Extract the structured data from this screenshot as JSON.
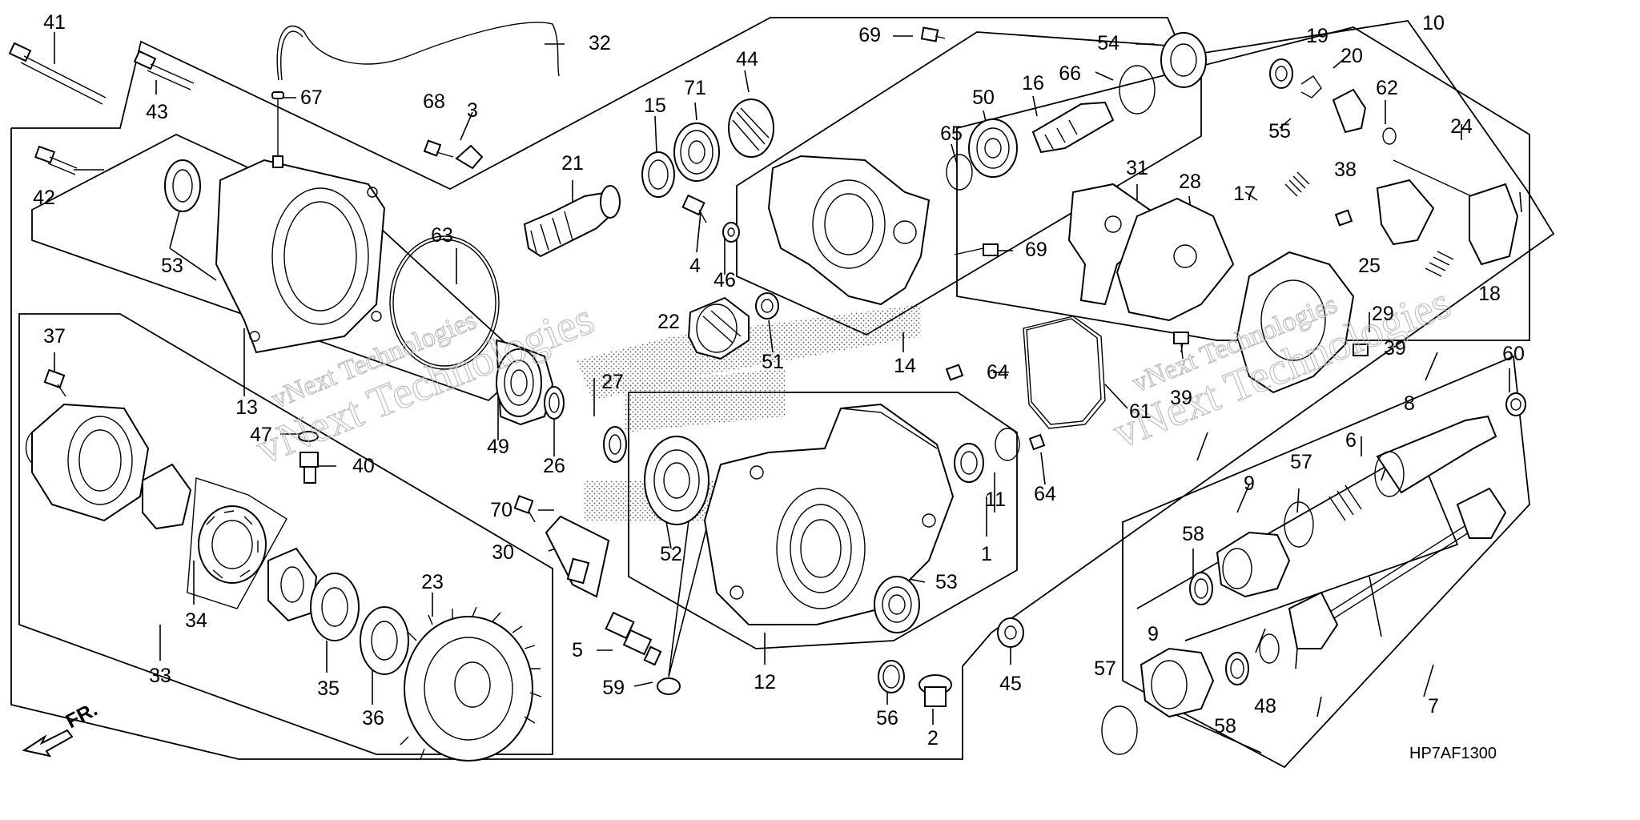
{
  "diagram": {
    "labels": {
      "l41": "41",
      "l43": "43",
      "l42": "42",
      "l53a": "53",
      "l13": "13",
      "l32": "32",
      "l67": "67",
      "l68": "68",
      "l3": "3",
      "l63": "63",
      "l47": "47",
      "l40": "40",
      "l49": "49",
      "l26": "26",
      "l27": "27",
      "l37": "37",
      "l34": "34",
      "l33": "33",
      "l35": "35",
      "l36": "36",
      "l23": "23",
      "l21": "21",
      "l15": "15",
      "l71": "71",
      "l44": "44",
      "l4": "4",
      "l46": "46",
      "l22": "22",
      "l51": "51",
      "l70": "70",
      "l30": "30",
      "l52": "52",
      "l5": "5",
      "l59": "59",
      "l12": "12",
      "l53b": "53",
      "l1": "1",
      "l11": "11",
      "l56": "56",
      "l2": "2",
      "l45": "45",
      "l69a": "69",
      "l54": "54",
      "l66": "66",
      "l50": "50",
      "l16": "16",
      "l65": "65",
      "l69b": "69",
      "l14": "14",
      "l64a": "64",
      "l64b": "64",
      "l61": "61",
      "l31": "31",
      "l28": "28",
      "l39a": "39",
      "l29": "29",
      "l39b": "39",
      "l55": "55",
      "l19": "19",
      "l20": "20",
      "l62": "62",
      "l10": "10",
      "l24": "24",
      "l17": "17",
      "l38": "38",
      "l25": "25",
      "l18": "18",
      "l60": "60",
      "l8": "8",
      "l6": "6",
      "l57a": "57",
      "l9a": "9",
      "l58a": "58",
      "l9b": "9",
      "l57b": "57",
      "l58b": "58",
      "l48": "48",
      "l7": "7"
    },
    "front_marker": "FR.",
    "drawing_code": "HP7AF1300",
    "watermark": "vNext Technologies"
  }
}
